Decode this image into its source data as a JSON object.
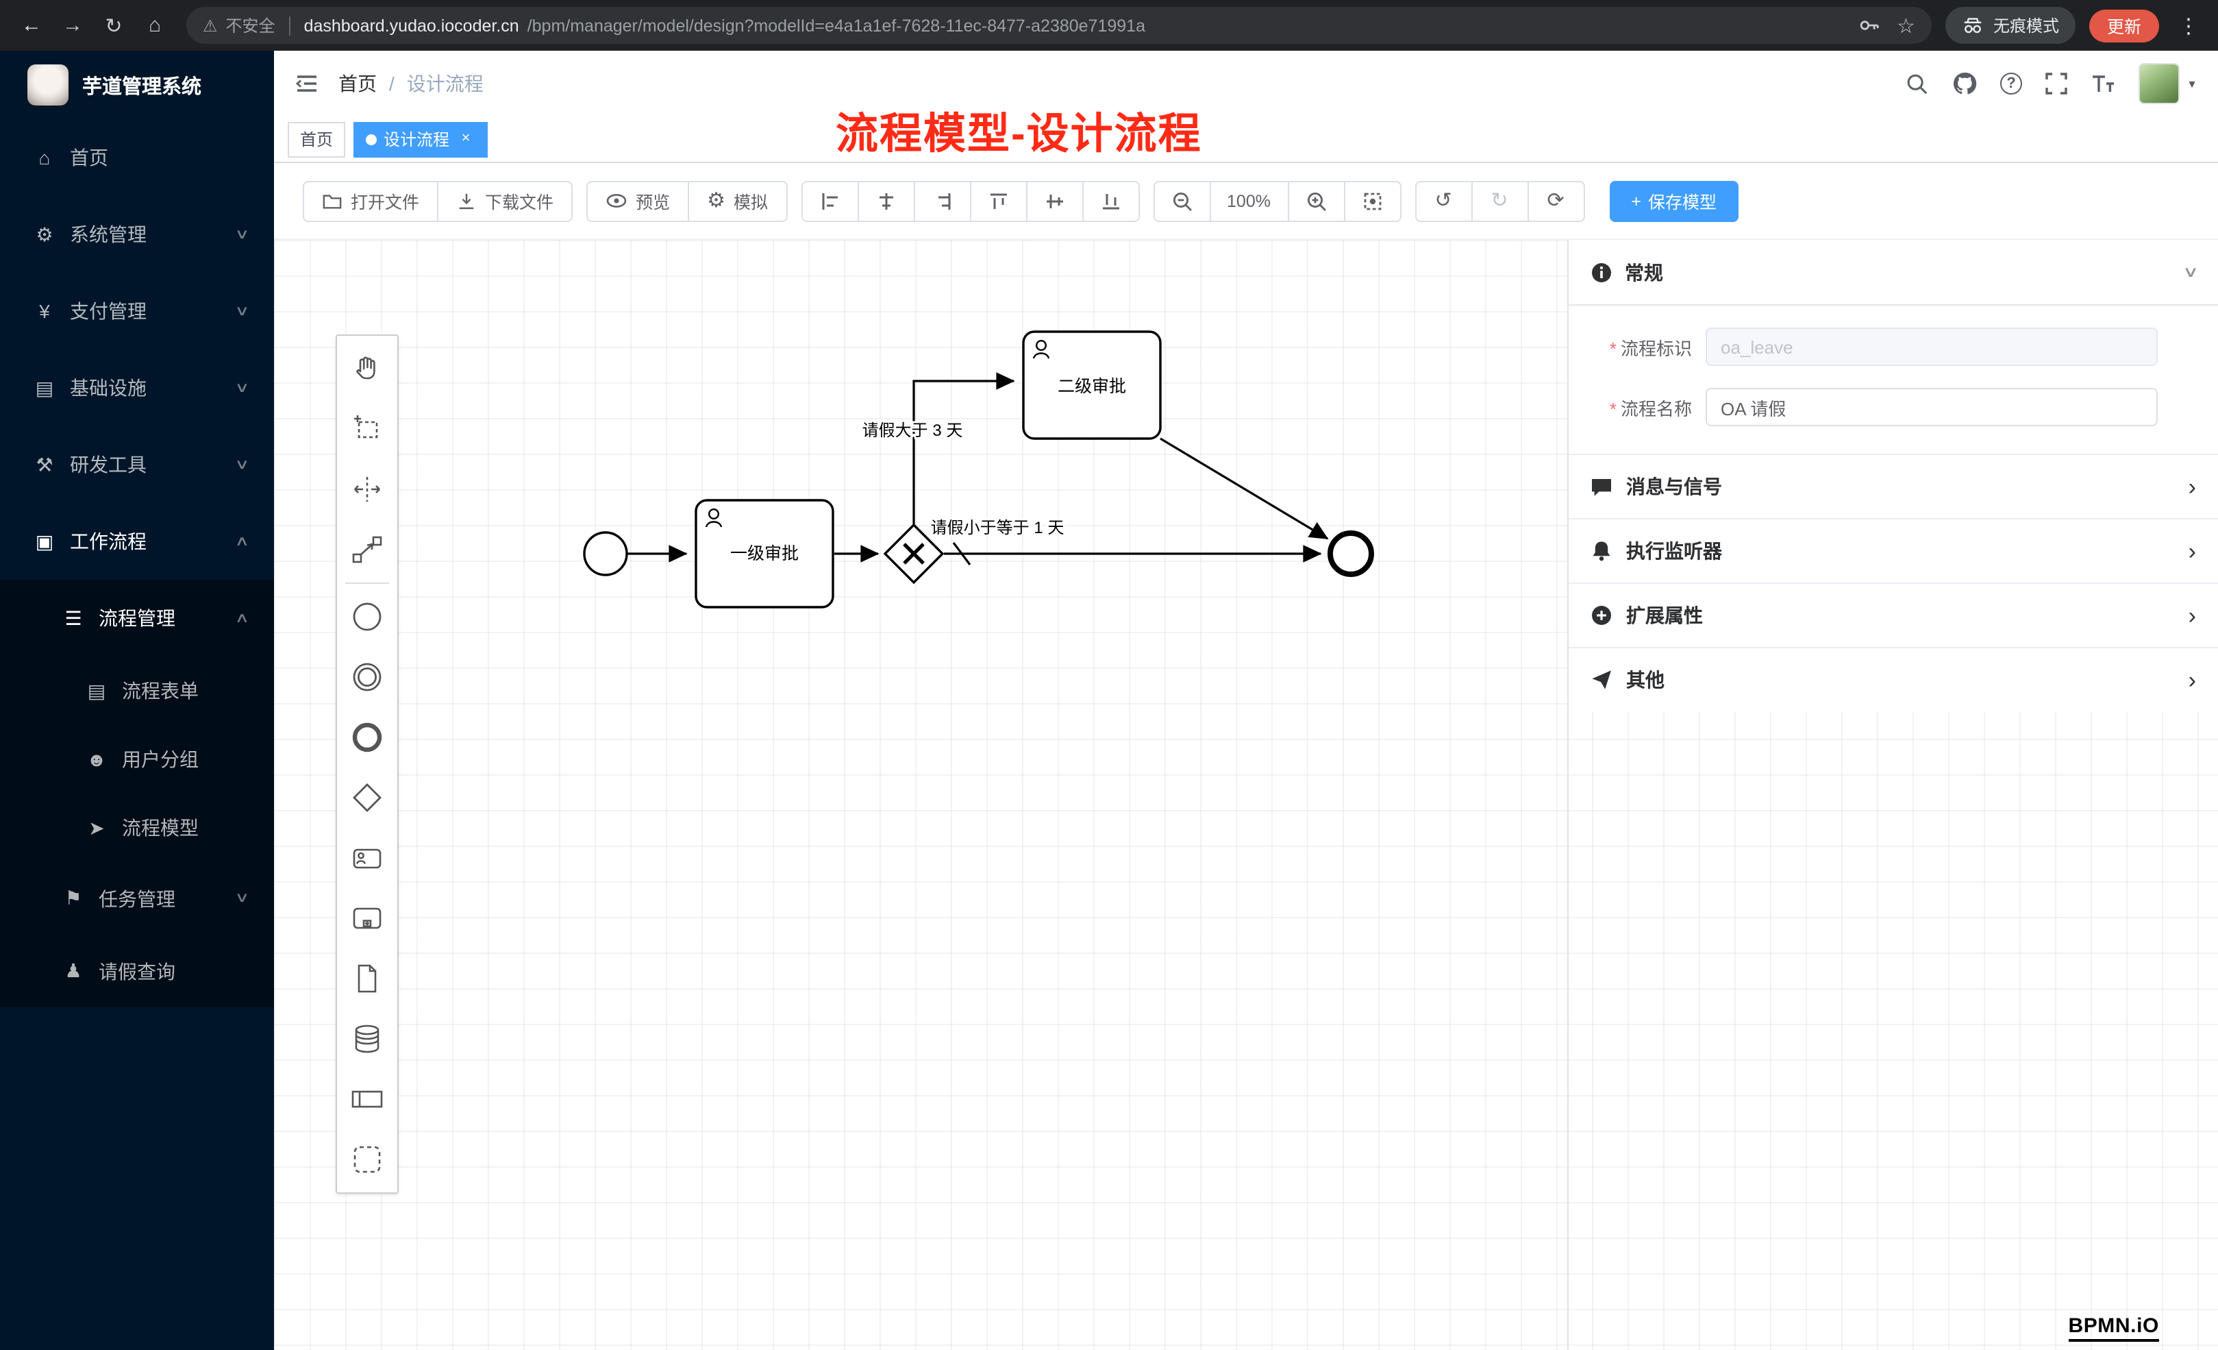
{
  "colors": {
    "accent": "#409eff",
    "annotation": "#fd2b16",
    "sidebar-bg": "#001529",
    "sidebar-sub-bg": "#000c17",
    "browser-bg": "#202124",
    "update-red": "#e25746"
  },
  "browser": {
    "back": "←",
    "forward": "→",
    "reload": "↻",
    "home": "⌂",
    "warning": "⚠",
    "security_label": "不安全",
    "url_domain": "dashboard.yudao.iocoder.cn",
    "url_path": "/bpm/manager/model/design?modelId=e4a1a1ef-7628-11ec-8477-a2380e71991a",
    "star": "☆",
    "incognito_label": "无痕模式",
    "update_label": "更新",
    "menu_dots": "⋮"
  },
  "sidebar": {
    "app_title": "芋道管理系统",
    "items": [
      {
        "icon": "⌂",
        "label": "首页"
      },
      {
        "icon": "⚙",
        "label": "系统管理",
        "chevron": "∨"
      },
      {
        "icon": "¥",
        "label": "支付管理",
        "chevron": "∨"
      },
      {
        "icon": "▤",
        "label": "基础设施",
        "chevron": "∨"
      },
      {
        "icon": "⚒",
        "label": "研发工具",
        "chevron": "∨"
      },
      {
        "icon": "▣",
        "label": "工作流程",
        "chevron": "∧"
      },
      {
        "icon": "☰",
        "label": "流程管理",
        "chevron": "∧"
      },
      {
        "icon": "▤",
        "label": "流程表单"
      },
      {
        "icon": "☻",
        "label": "用户分组"
      },
      {
        "icon": "➤",
        "label": "流程模型"
      },
      {
        "icon": "⚑",
        "label": "任务管理",
        "chevron": "∨"
      },
      {
        "icon": "♟",
        "label": "请假查询"
      }
    ]
  },
  "header": {
    "breadcrumb_home": "首页",
    "breadcrumb_sep": "/",
    "breadcrumb_current": "设计流程",
    "help_glyph": "?",
    "avatar_caret": "▼"
  },
  "annotation": "流程模型-设计流程",
  "tabs": [
    {
      "label": "首页"
    },
    {
      "label": "设计流程",
      "close": "×"
    }
  ],
  "toolbar": {
    "open_file": "打开文件",
    "download_file": "下载文件",
    "preview": "预览",
    "simulate": "模拟",
    "simulate_icon": "⚙",
    "zoom_level": "100%",
    "undo": "↺",
    "redo": "↻",
    "refresh": "⟳",
    "save_plus": "+",
    "save_model": "保存模型"
  },
  "diagram": {
    "task1": "一级审批",
    "task2": "二级审批",
    "flow_gt3": "请假大于 3 天",
    "flow_le1": "请假小于等于 1 天",
    "watermark": "BPMN.iO"
  },
  "panel": {
    "general_title": "常规",
    "general_chevron": "∨",
    "required_mark": "*",
    "field_key_label": "流程标识",
    "field_key_value": "oa_leave",
    "field_name_label": "流程名称",
    "field_name_value": "OA 请假",
    "sections": [
      {
        "label": "消息与信号",
        "chevron": "›"
      },
      {
        "label": "执行监听器",
        "chevron": "›"
      },
      {
        "label": "扩展属性",
        "chevron": "›"
      },
      {
        "label": "其他",
        "chevron": "›"
      }
    ]
  }
}
